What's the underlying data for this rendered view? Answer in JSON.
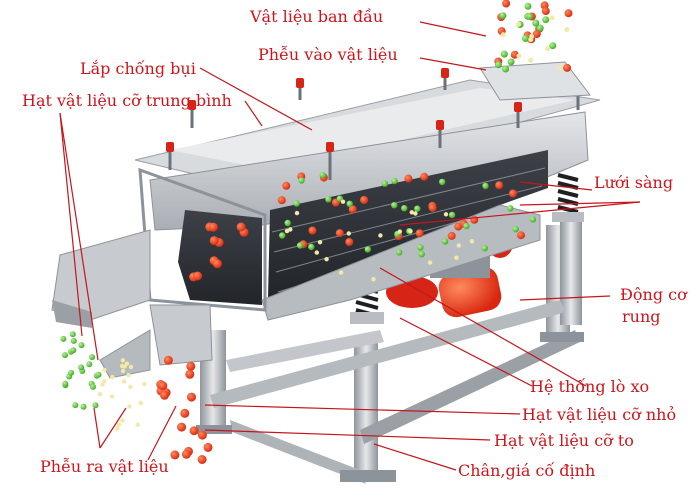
{
  "labels": {
    "raw_material": "Vật liệu ban đầu",
    "feed_hopper": "Phễu vào vật liệu",
    "dust_cover": "Lắp chống bụi",
    "medium_particles": "Hạt vật liệu cỡ trung bình",
    "screen_mesh": "Lưới sàng",
    "vibration_motor_line1": "Động cơ",
    "vibration_motor_line2": "rung",
    "spring_system": "Hệ thống lò xo",
    "small_particles": "Hạt vật liệu cỡ nhỏ",
    "large_particles": "Hạt vật liệu cỡ to",
    "discharge_hoppers": "Phễu ra vật liệu",
    "fixed_stand": "Chân,giá cố định"
  },
  "colors": {
    "label_text": "#d0141b",
    "leader_line": "#c4161c",
    "large_particle": "#e8401c",
    "medium_particle": "#5cc93a",
    "small_particle": "#f3e9a6",
    "machine_body": "#c9ccd0",
    "motor": "#d6221a"
  }
}
